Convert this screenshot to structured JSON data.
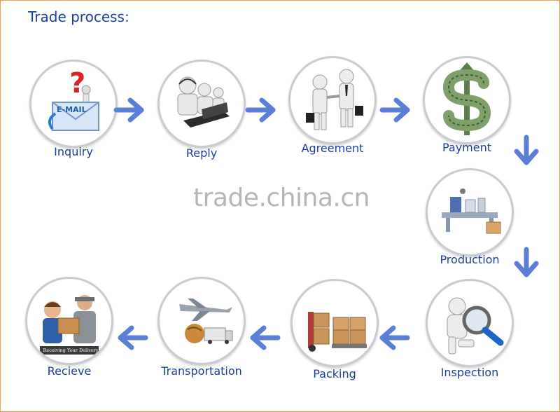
{
  "title": "Trade process:",
  "watermark": "trade.china.cn",
  "steps": [
    {
      "label": "Inquiry",
      "icon": "email-question-icon"
    },
    {
      "label": "Reply",
      "icon": "call-center-icon"
    },
    {
      "label": "Agreement",
      "icon": "handshake-icon"
    },
    {
      "label": "Payment",
      "icon": "dollar-sign-icon"
    },
    {
      "label": "Production",
      "icon": "factory-line-icon"
    },
    {
      "label": "Inspection",
      "icon": "magnifier-icon"
    },
    {
      "label": "Packing",
      "icon": "cartons-icon"
    },
    {
      "label": "Transportation",
      "icon": "plane-truck-icon"
    },
    {
      "label": "Recieve",
      "icon": "delivery-man-icon",
      "badge": "Receiving Your Delivery"
    }
  ],
  "colors": {
    "title": "#1f3f9f",
    "label": "#1d3e9e",
    "arrow": "#5a7fd6",
    "border": "#c9cbd0"
  }
}
